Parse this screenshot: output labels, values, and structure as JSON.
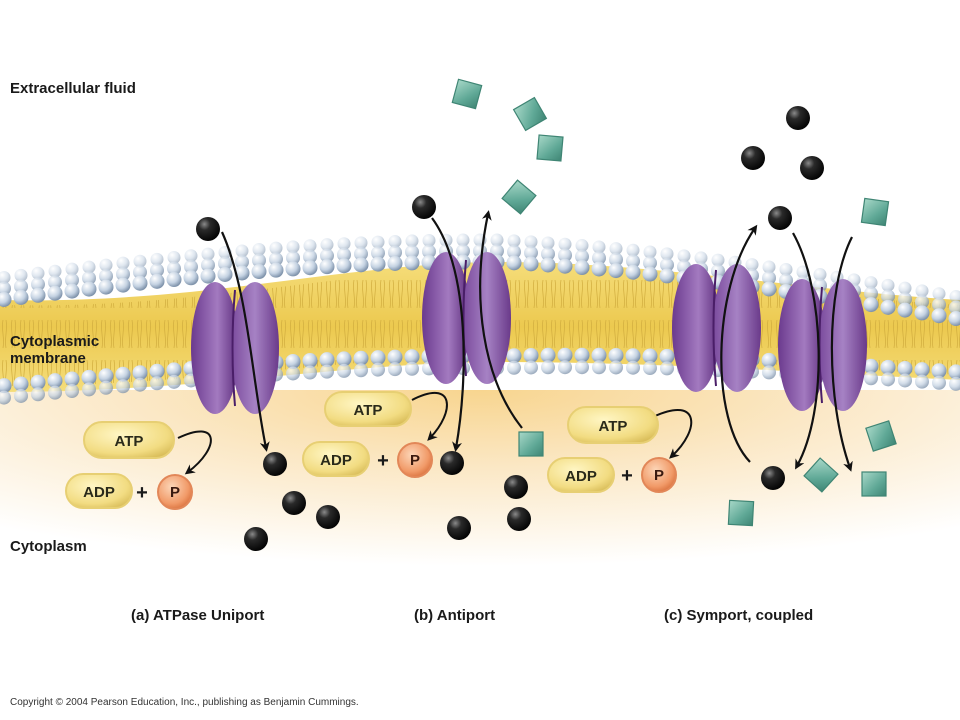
{
  "labels": {
    "extracellular": "Extracellular fluid",
    "membrane_line1": "Cytoplasmic",
    "membrane_line2": "membrane",
    "cytoplasm": "Cytoplasm"
  },
  "panels": [
    {
      "caption": "(a) ATPase Uniport",
      "atp": "ATP",
      "adp": "ADP",
      "plus": "+",
      "phosphate": "P"
    },
    {
      "caption": "(b) Antiport",
      "atp": "ATP",
      "adp": "ADP",
      "plus": "+",
      "phosphate": "P"
    },
    {
      "caption": "(c) Symport, coupled",
      "atp": "ATP",
      "adp": "ADP",
      "plus": "+",
      "phosphate": "P"
    }
  ],
  "copyright": "Copyright © 2004 Pearson Education, Inc., publishing as Benjamin Cummings.",
  "colors": {
    "membrane_lipid": "#f2d66a",
    "phospholipid_head": "#b8c9dc",
    "protein": "#8a58a8",
    "protein_dark": "#5e2f7c",
    "atp_pill": "#f4e08a",
    "phosphate": "#f0a070",
    "solute_sphere": "#1e1e1e",
    "solute_cube": "#5fa896",
    "cytoplasm_glow": "#fbe3b0"
  }
}
